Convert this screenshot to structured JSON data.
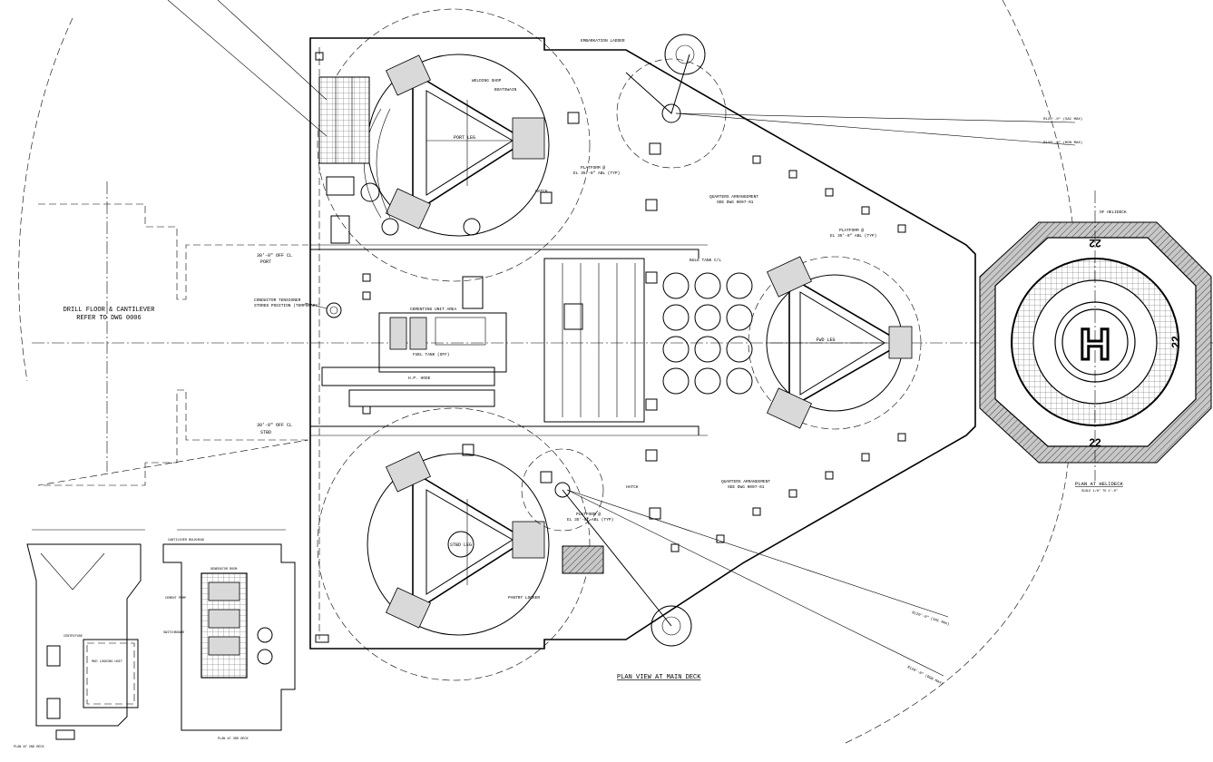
{
  "drawing": {
    "main_title": "PLAN VIEW AT MAIN DECK",
    "heli_title": "PLAN AT HELIDECK",
    "heli_scale": "SCALE 1/8\" TO 1'-0\"",
    "heli_mark": "H",
    "heli_number_a": "22",
    "heli_number_b": "22",
    "heli_number_c": "22",
    "heli_centerline": "OF HELIDECK",
    "drill_floor_line1": "DRILL FLOOR & CANTILEVER",
    "drill_floor_line2": "REFER TO DWG 0006",
    "port_leg": "PORT LEG",
    "stbd_leg": "STBD LEG",
    "fwd_leg": "FWD LEG",
    "quarters_top": "QUARTERS ARRANGEMENT",
    "quarters_top_ref": "SEE DWG 0007-01",
    "quarters_bottom": "QUARTERS ARRANGEMENT",
    "quarters_bottom_ref": "SEE DWG 0007-01",
    "port_cl": "30'-0\" OFF CL",
    "port_cl_sub": "PORT",
    "stbd_cl": "30'-0\" OFF CL",
    "stbd_cl_sub": "STBD",
    "conductor_line1": "CONDUCTOR TENSIONER",
    "conductor_line2": "STORED POSITION (TEMPORARY)",
    "cementing": "CEMENTING UNIT AREA",
    "bulk_tank_cl": "BULK TANK C/L",
    "hp_hose": "H.P. HOSE",
    "fuel_tank": "FUEL TANK (OFF)",
    "dim_top_1": "R120'-0\" (SAC MAX)",
    "dim_top_2": "R120'-0\" (BGN MAX)",
    "dim_bot_1": "R120'-0\" (SAC MAX)",
    "dim_bot_2": "R120'-0\" (BGN MAX)",
    "embarkation": "EMBARKATION LADDER",
    "platform_top": "PLATFORM @",
    "platform_top_el": "EL 35'-0\" ABL (TYP)",
    "platform_right": "PLATFORM @",
    "platform_right_el": "EL 35'-0\" ABL (TYP)",
    "platform_bottom": "PLATFORM @",
    "platform_bottom_el": "EL 35'-0\" ABL (TYP)",
    "welding": "WELDING SHOP",
    "boatswain": "BOATSWAIN",
    "pantry": "PANTRY LOCKER",
    "hatch_top": "HATCH",
    "hatch_bottom": "HATCH",
    "detail_left_title": "PLAN AT 2ND DECK",
    "detail_mid_title": "PLAN AT 3RD DECK",
    "detail_mid_top": "CANTILEVER BULKHEAD",
    "detail_left_centrifuge": "CENTRIFUGE",
    "detail_mid_pump": "CEMENT PUMP",
    "detail_mid_switch": "SWITCHBOARD",
    "detail_mid_gen": "GENERATOR ROOM",
    "detail_left_mud": "MUD LOGGING UNIT"
  }
}
